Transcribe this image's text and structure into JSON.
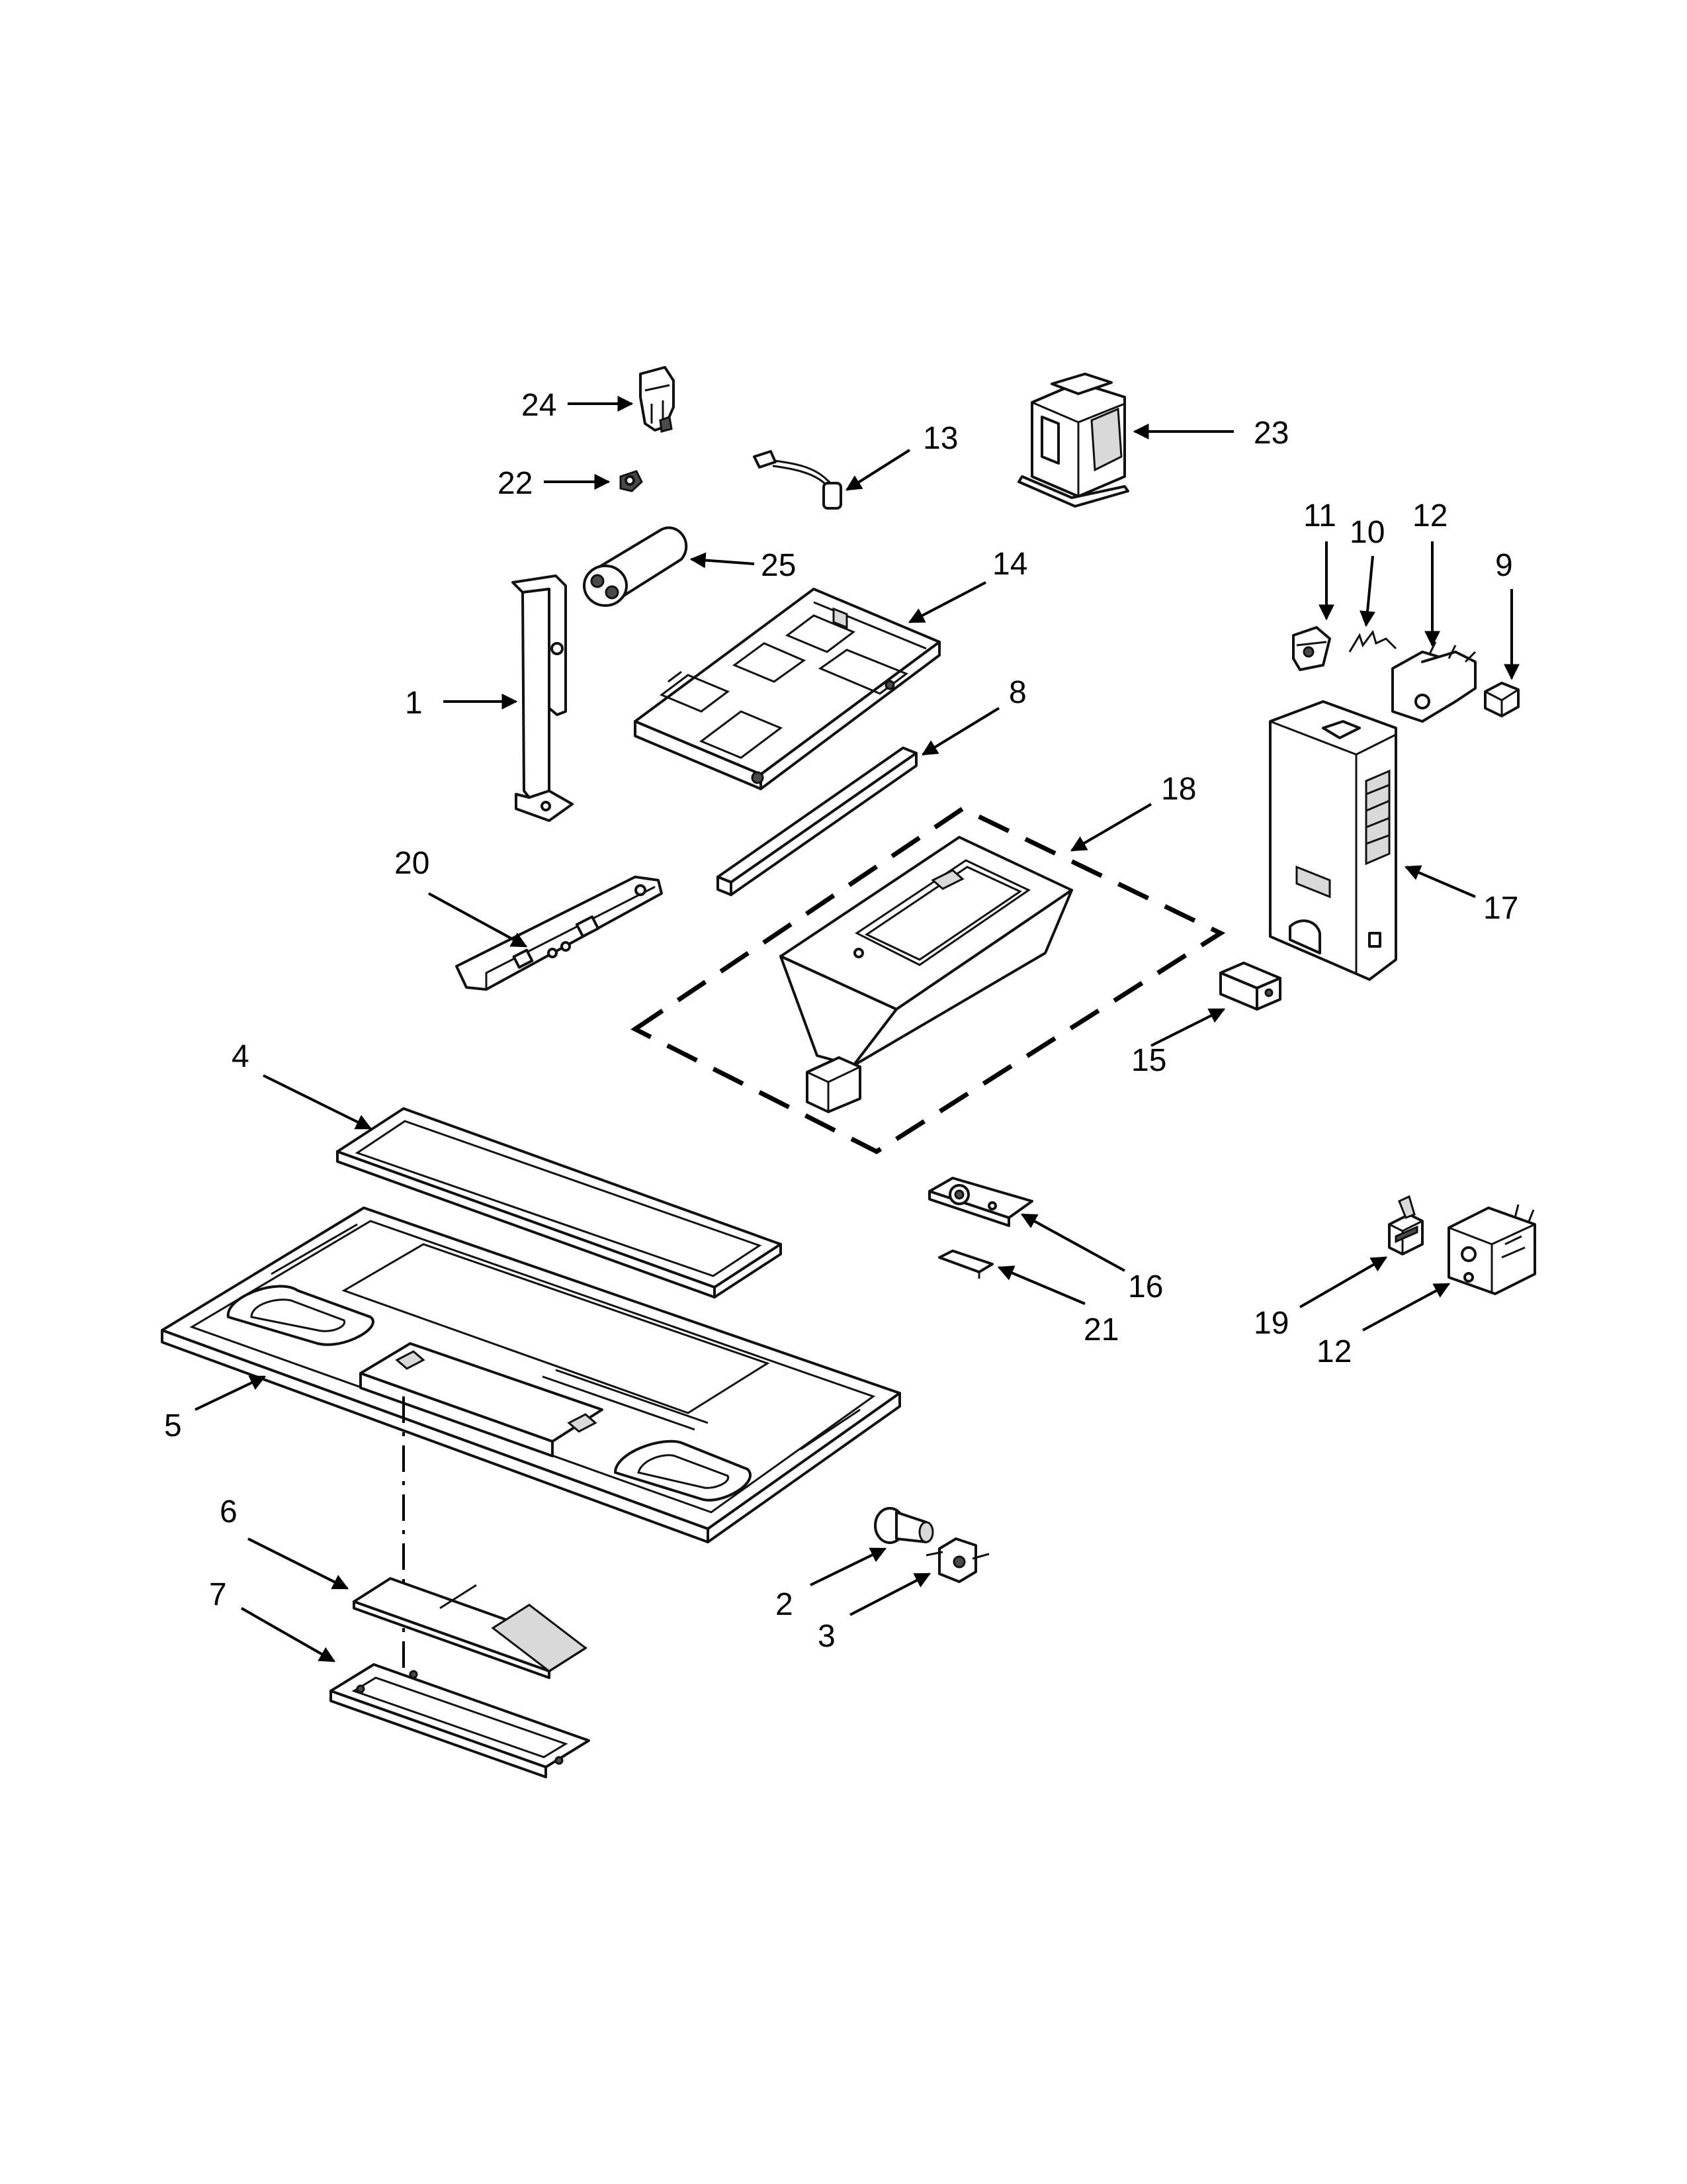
{
  "callouts": [
    {
      "id": "c1",
      "label": "1"
    },
    {
      "id": "c2",
      "label": "2"
    },
    {
      "id": "c3",
      "label": "3"
    },
    {
      "id": "c4",
      "label": "4"
    },
    {
      "id": "c5",
      "label": "5"
    },
    {
      "id": "c6",
      "label": "6"
    },
    {
      "id": "c7",
      "label": "7"
    },
    {
      "id": "c8",
      "label": "8"
    },
    {
      "id": "c9",
      "label": "9"
    },
    {
      "id": "c10",
      "label": "10"
    },
    {
      "id": "c11",
      "label": "11"
    },
    {
      "id": "c12a",
      "label": "12"
    },
    {
      "id": "c12b",
      "label": "12"
    },
    {
      "id": "c13",
      "label": "13"
    },
    {
      "id": "c14",
      "label": "14"
    },
    {
      "id": "c15",
      "label": "15"
    },
    {
      "id": "c16",
      "label": "16"
    },
    {
      "id": "c17",
      "label": "17"
    },
    {
      "id": "c18",
      "label": "18"
    },
    {
      "id": "c19",
      "label": "19"
    },
    {
      "id": "c20",
      "label": "20"
    },
    {
      "id": "c21",
      "label": "21"
    },
    {
      "id": "c22",
      "label": "22"
    },
    {
      "id": "c23",
      "label": "23"
    },
    {
      "id": "c24",
      "label": "24"
    },
    {
      "id": "c25",
      "label": "25"
    }
  ]
}
